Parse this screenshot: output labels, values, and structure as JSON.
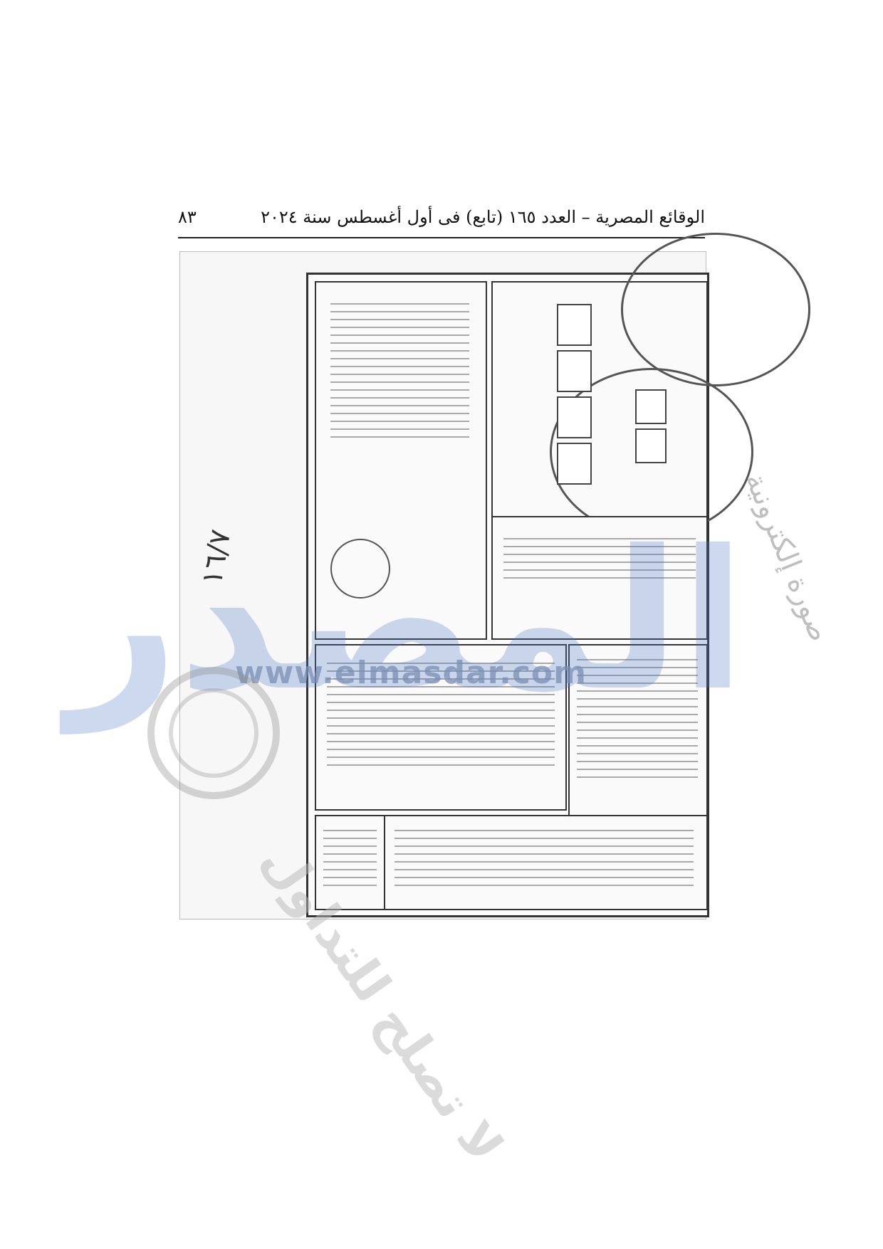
{
  "header": {
    "title": "الوقائع المصرية – العدد ١٦٥ (تابع) فى أول أغسطس سنة ٢٠٢٤",
    "page_number": "٨٣"
  },
  "watermarks": {
    "big": "المصدر",
    "url": "www.elmasdar.com",
    "sub": "صورة إلكترونية",
    "bottom": "لا تصلح للتداول"
  },
  "plan": {
    "signature_text": "١٦/٧"
  }
}
